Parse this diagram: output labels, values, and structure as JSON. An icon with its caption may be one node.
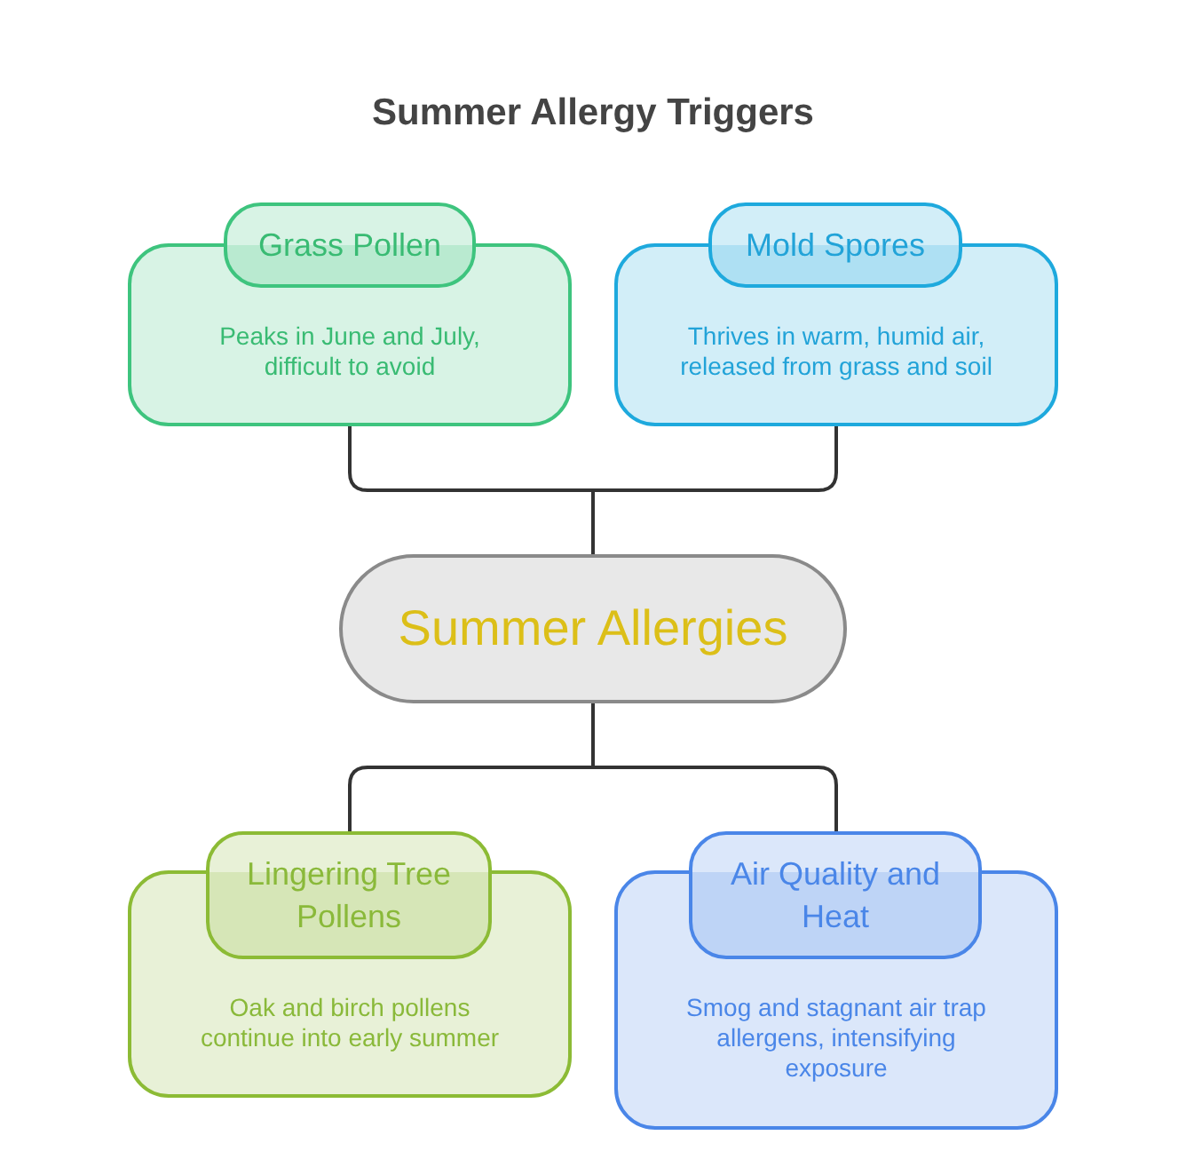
{
  "diagram": {
    "title": "Summer Allergy Triggers",
    "nodes": [
      {
        "text": [
          "Grass Pollen",
          "Peaks in June and July, difficult to avoid"
        ]
      },
      {
        "text": [
          "Mold Spores",
          "Thrives in warm, humid air, released from grass and soil"
        ]
      },
      {
        "text": [
          "Summer Allergies"
        ]
      },
      {
        "text": [
          "Lingering Tree Pollens",
          "Oak and birch pollens continue into early summer"
        ]
      },
      {
        "text": [
          "Air Quality and Heat",
          "Smog and stagnant air trap allergens, intensifying exposure"
        ]
      }
    ],
    "edges": [
      {
        "from": 0,
        "to": 2,
        "arrow": "none"
      },
      {
        "from": 1,
        "to": 2,
        "arrow": "none"
      },
      {
        "from": 2,
        "to": 3,
        "arrow": "none"
      },
      {
        "from": 2,
        "to": 4,
        "arrow": "none"
      }
    ]
  }
}
